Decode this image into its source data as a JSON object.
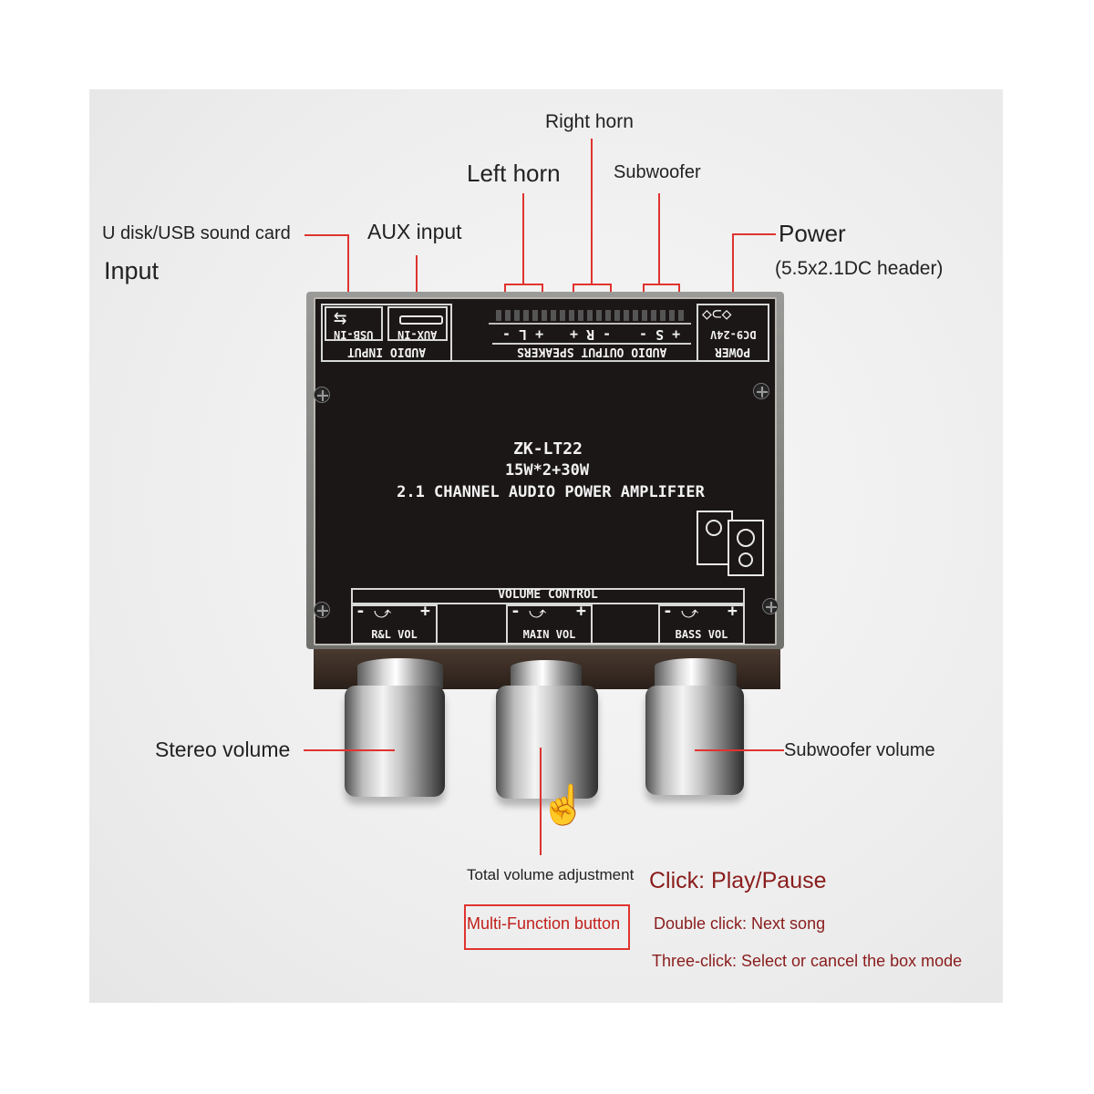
{
  "labels": {
    "right_horn": "Right horn",
    "left_horn": "Left horn",
    "subwoofer": "Subwoofer",
    "usb_input_line1": "U disk/USB sound card",
    "usb_input_line2": "Input",
    "aux_input": "AUX input",
    "power": "Power",
    "power_sub": "(5.5x2.1DC header)",
    "stereo_volume": "Stereo volume",
    "subwoofer_volume": "Subwoofer volume",
    "total_volume": "Total volume adjustment",
    "multi_function": "Multi-Function button",
    "click": "Click: Play/Pause",
    "double_click": "Double click: Next song",
    "three_click": "Three-click: Select or cancel the box mode"
  },
  "board": {
    "model": "ZK-LT22",
    "power_rating": "15W*2+30W",
    "description": "2.1 CHANNEL AUDIO POWER AMPLIFIER",
    "audio_input": "AUDIO INPUT",
    "usb_in": "USB-IN",
    "aux_in": "AUX-IN",
    "audio_output": "AUDIO OUTPUT SPEAKERS",
    "terminals": [
      "+ L -",
      "- R +",
      "+ S -"
    ],
    "power_label": "POWER",
    "power_voltage": "DC9-24V",
    "volume_control": "VOLUME CONTROL",
    "knobs": [
      "R&L VOL",
      "MAIN VOL",
      "BASS VOL"
    ],
    "minus": "-",
    "plus": "+"
  },
  "colors": {
    "callout_line": "#e0342f",
    "note_text": "#8a1c1c",
    "plate": "#1b1716"
  }
}
